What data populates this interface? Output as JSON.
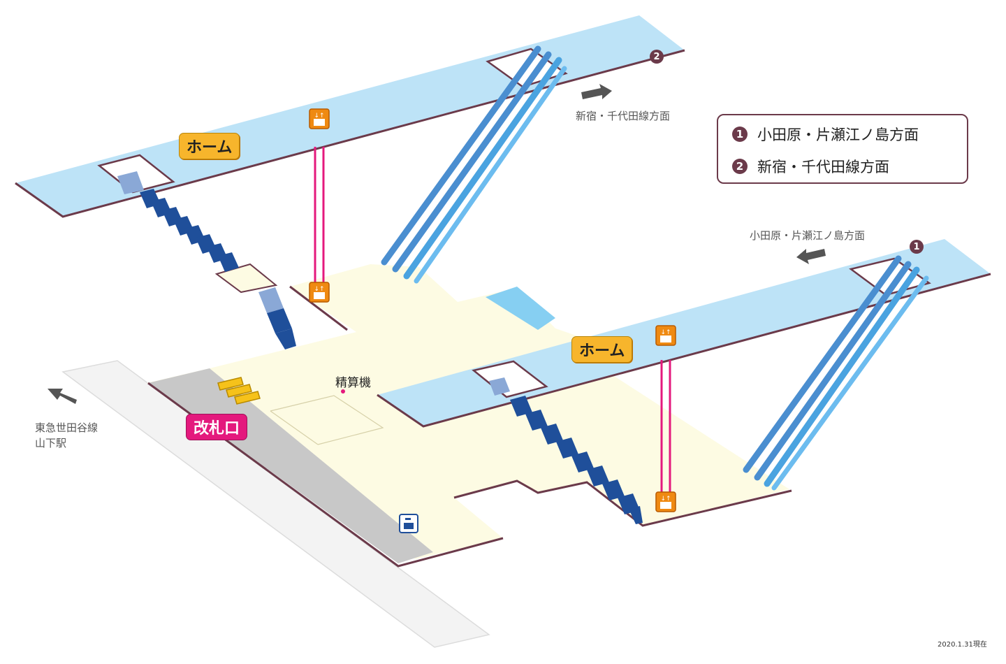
{
  "labels": {
    "platform_upper": "ホーム",
    "platform_lower": "ホーム",
    "ticket_gate": "改札口",
    "fare_adjust": "精算機",
    "dir_shinjuku": "新宿・千代田線方面",
    "dir_odawara": "小田原・片瀬江ノ島方面",
    "transfer": "東急世田谷線\n山下駅",
    "date": "2020.1.31現在"
  },
  "legend": {
    "items": [
      {
        "num": "1",
        "label": "小田原・片瀬江ノ島方面"
      },
      {
        "num": "2",
        "label": "新宿・千代田線方面"
      }
    ]
  },
  "markers": {
    "upper_platform_num": "2",
    "lower_platform_num": "1"
  },
  "icons": {
    "elevator": "elevator-icon",
    "locker": "coin-locker-icon",
    "arrow": "direction-arrow-icon"
  },
  "colors": {
    "platform": "#bde3f7",
    "concourse": "#fdfbe3",
    "outline": "#6b3a4a",
    "stair": "#1f4f9a",
    "escalator": "#4aa3e0",
    "elevator_shaft": "#e4197d",
    "gate_zone": "#c8c8c8",
    "tag": "#f7b52c",
    "gate_tag": "#e4197d"
  }
}
